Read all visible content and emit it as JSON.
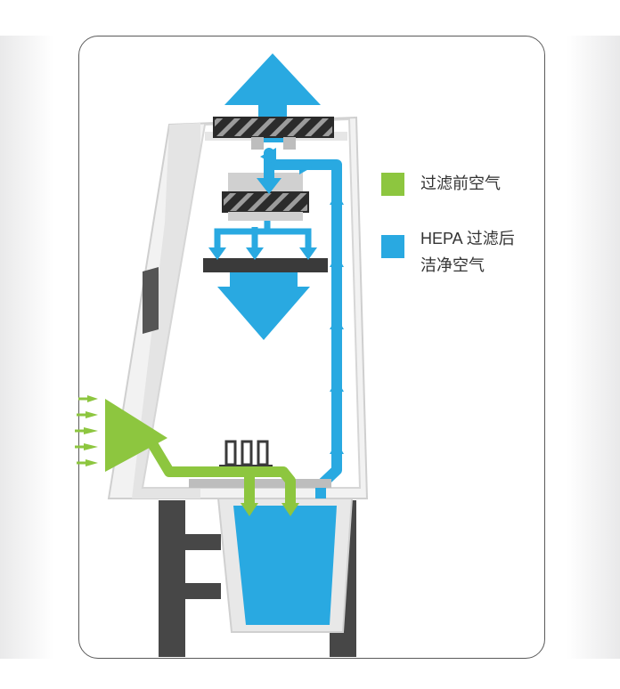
{
  "colors": {
    "pre_filter": "#8dc63f",
    "hepa_filtered": "#29a9e1",
    "cabinet_body": "#f0f0f0",
    "cabinet_outline": "#c8c8c8",
    "filter_dark": "#2b2b2b",
    "stand": "#474747"
  },
  "legend": [
    {
      "label": "过滤前空气",
      "color": "#8dc63f",
      "icon": "green-square"
    },
    {
      "label": "HEPA 过滤后",
      "label2": "洁净空气",
      "color": "#29a9e1",
      "icon": "blue-square"
    }
  ]
}
